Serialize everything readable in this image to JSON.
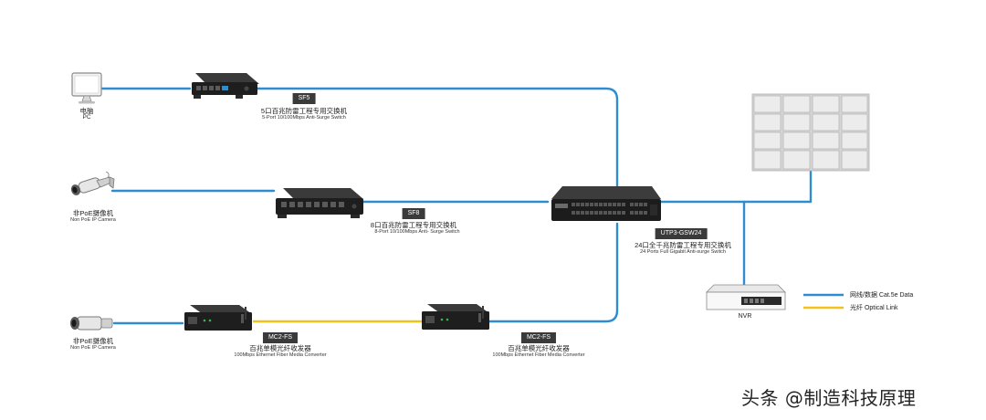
{
  "devices": {
    "pc": {
      "cn": "电脑",
      "en": "PC"
    },
    "camera1": {
      "cn": "非PoE摄像机",
      "en": "Non PoE IP Camera"
    },
    "camera2": {
      "cn": "非PoE摄像机",
      "en": "Non PoE IP Camera"
    },
    "sf5": {
      "model": "SF5",
      "cn": "5口百兆防雷工程专用交换机",
      "en": "5-Port 10/100Mbps Anti-Surge Switch"
    },
    "sf8": {
      "model": "SF8",
      "cn": "8口百兆防雷工程专用交换机",
      "en": "8-Port 10/100Mbps Anti- Surge Switch"
    },
    "core": {
      "model": "UTP3-GSW24",
      "cn": "24口全千兆防雷工程专用交换机",
      "en": "24 Ports Full Gigabit Anti-surge Switch"
    },
    "mc1": {
      "model": "MC2-FS",
      "cn": "百兆单模光纤收发器",
      "en": "100Mbps Ethernet Fiber Media Converter"
    },
    "mc2": {
      "model": "MC2-FS",
      "cn": "百兆单模光纤收发器",
      "en": "100Mbps Ethernet Fiber Media Converter"
    },
    "nvr": {
      "label": "NVR"
    }
  },
  "legend": {
    "data": {
      "label": "网线/数据 Cat.5e Data",
      "color": "#2e8ccf"
    },
    "fiber": {
      "label": "光纤 Optical Link",
      "color": "#f2c21a"
    }
  },
  "watermark": "头条 @制造科技原理"
}
